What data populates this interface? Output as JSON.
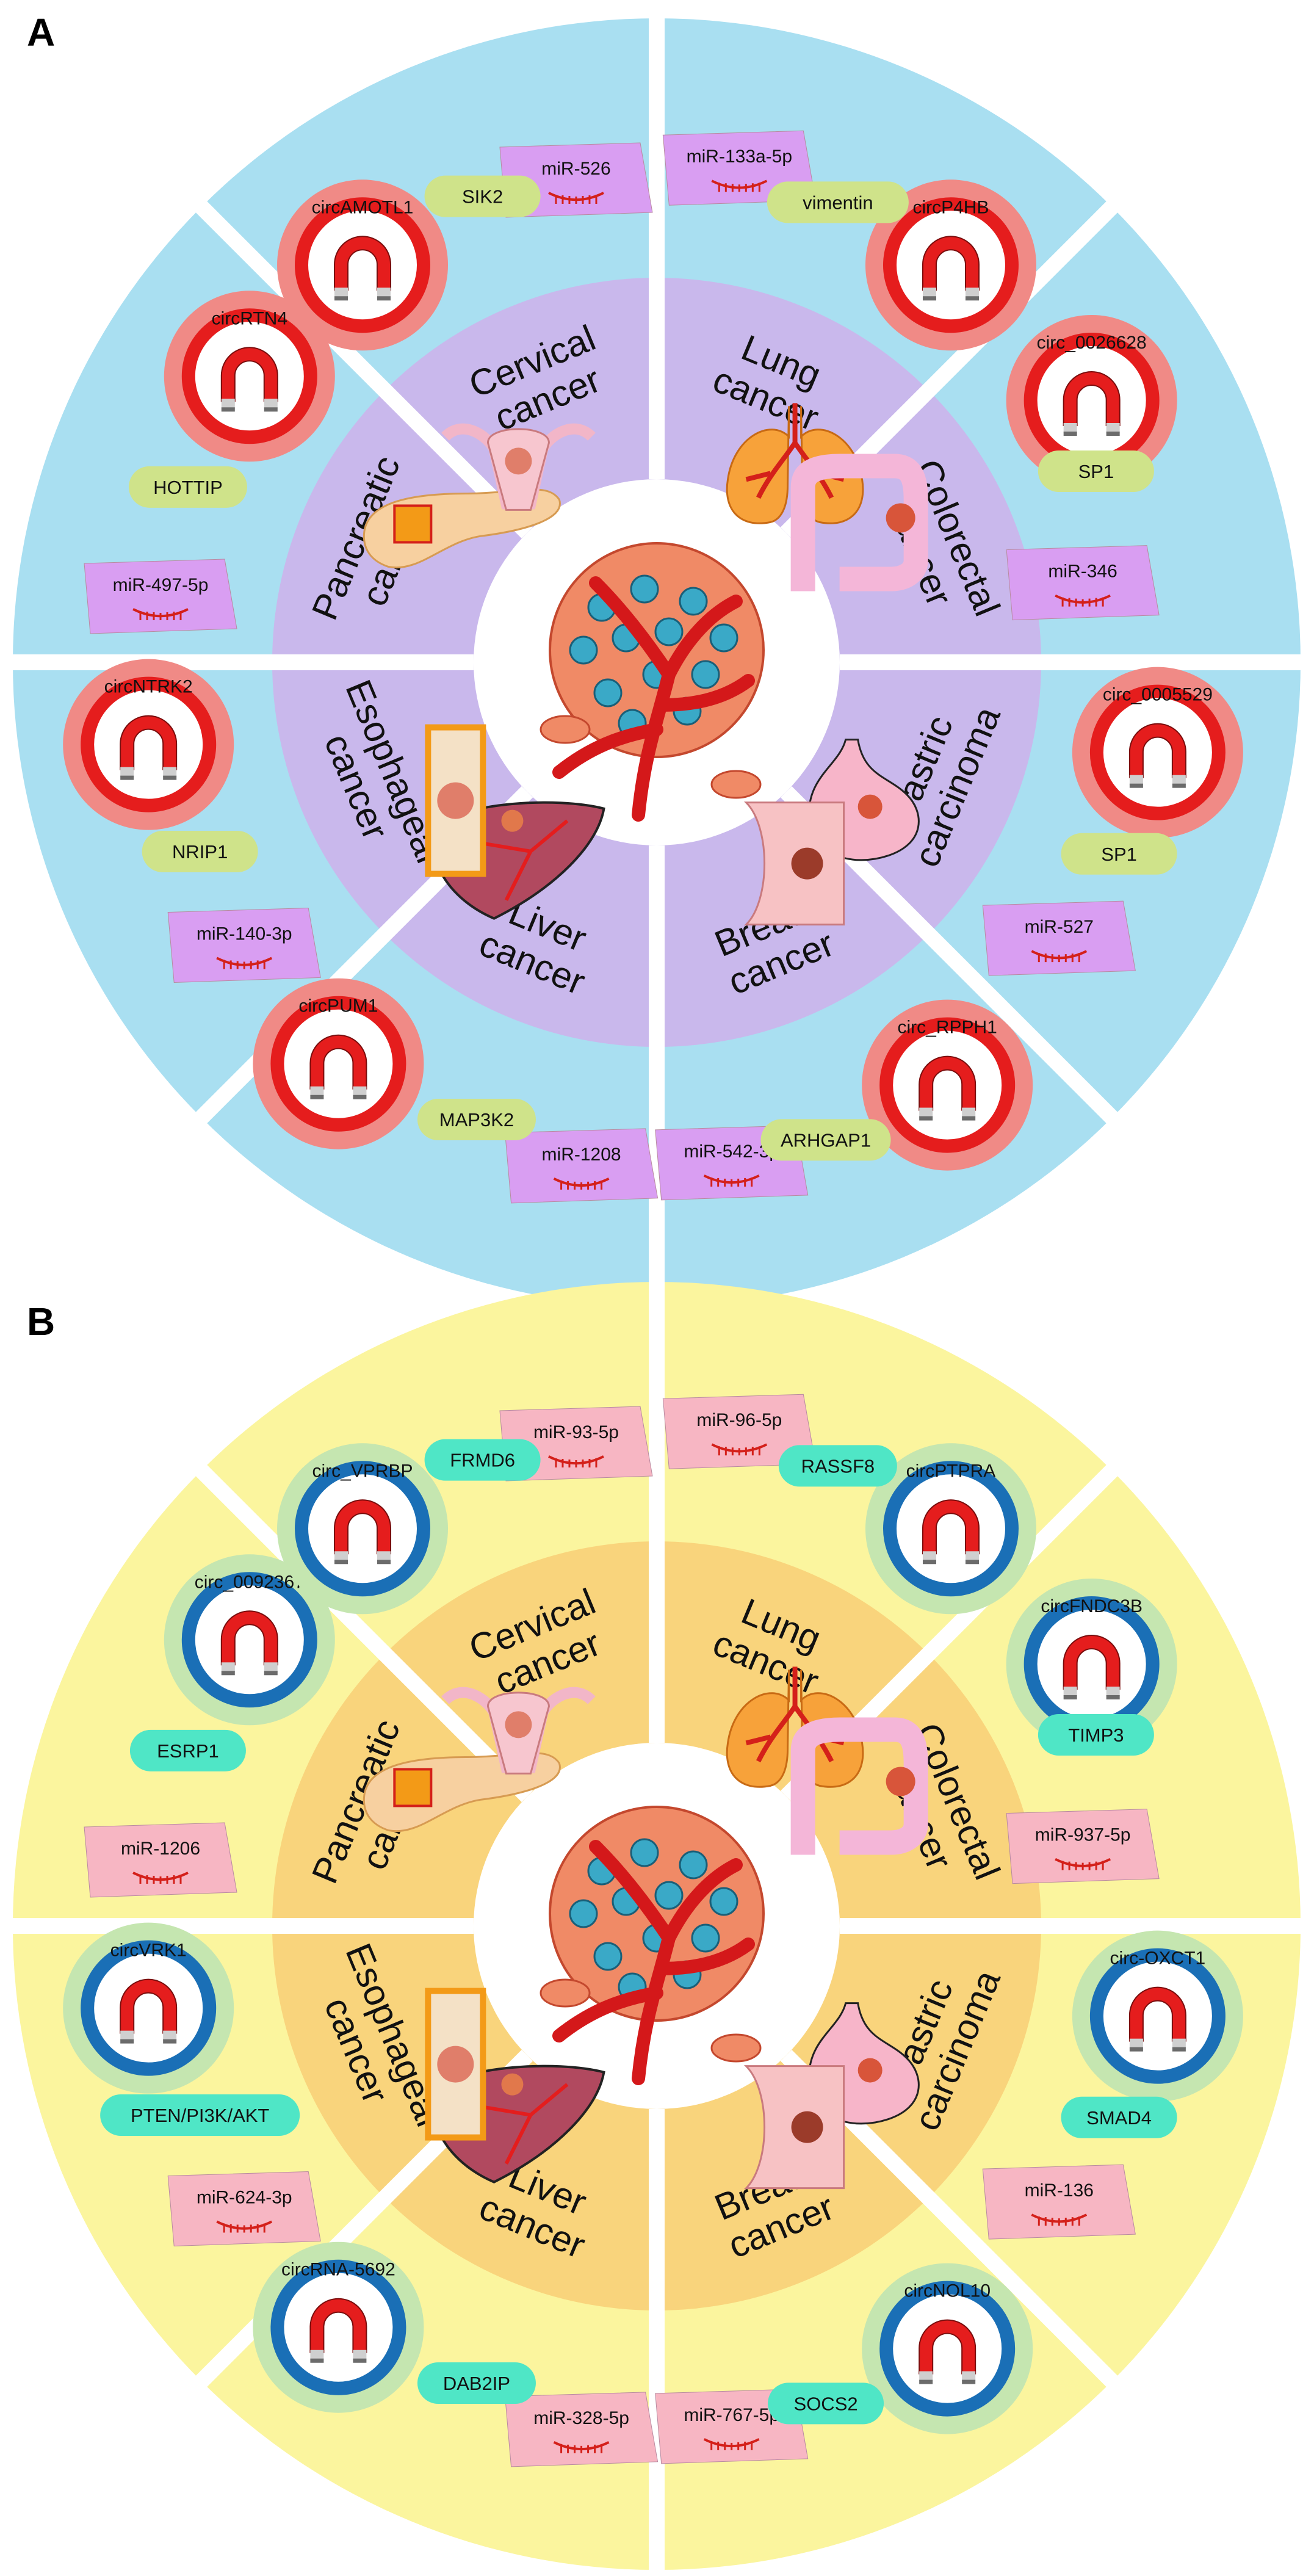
{
  "panels": [
    {
      "letter": "A",
      "colors": {
        "outer": "#a9dff1",
        "inner": "#c9b8ec",
        "circ_outer": "#f08a86",
        "circ_ring": "#e51d1d",
        "mirna": "#d99ef2",
        "gene": "#cfe38a"
      },
      "cancers": [
        "Lung cancer",
        "Colorectal cancer",
        "Gastric carcinoma",
        "Breast cancer",
        "Liver cancer",
        "Esophageal cancer",
        "Pancreatic cancer",
        "Cervical cancer"
      ],
      "circRNAs": [
        "circP4HB",
        "circ_0026628",
        "circ_0005529",
        "circ_RPPH1",
        "circPUM1",
        "circNTRK2",
        "circRTN4",
        "circAMOTL1"
      ],
      "miRNAs": [
        "miR-133a-5p",
        "miR-346",
        "miR-527",
        "miR-542-3p",
        "miR-1208",
        "miR-140-3p",
        "miR-497-5p",
        "miR-526"
      ],
      "genes": [
        "vimentin",
        "SP1",
        "SP1",
        "ARHGAP1",
        "MAP3K2",
        "NRIP1",
        "HOTTIP",
        "SIK2"
      ]
    },
    {
      "letter": "B",
      "colors": {
        "outer": "#fbf59e",
        "inner": "#f9d47c",
        "circ_outer": "#c5e6b0",
        "circ_ring": "#1a6fb6",
        "mirna": "#f7b6c3",
        "gene": "#4fe6c6"
      },
      "cancers": [
        "Lung cancer",
        "Colorectal cancer",
        "Gastric carcinoma",
        "Breast cancer",
        "Liver cancer",
        "Esophageal cancer",
        "Pancreatic cancer",
        "Cervical cancer"
      ],
      "circRNAs": [
        "circPTPRA",
        "circFNDC3B",
        "circ-OXCT1",
        "circNOL10",
        "circRNA-5692",
        "circVRK1",
        "circ_0092367",
        "circ_VPRBP"
      ],
      "miRNAs": [
        "miR-96-5p",
        "miR-937-5p",
        "miR-136",
        "miR-767-5p",
        "miR-328-5p",
        "miR-624-3p",
        "miR-1206",
        "miR-93-5p"
      ],
      "genes": [
        "RASSF8",
        "TIMP3",
        "SMAD4",
        "SOCS2",
        "DAB2IP",
        "PTEN/PI3K/AKT",
        "ESRP1",
        "FRMD6"
      ]
    }
  ]
}
